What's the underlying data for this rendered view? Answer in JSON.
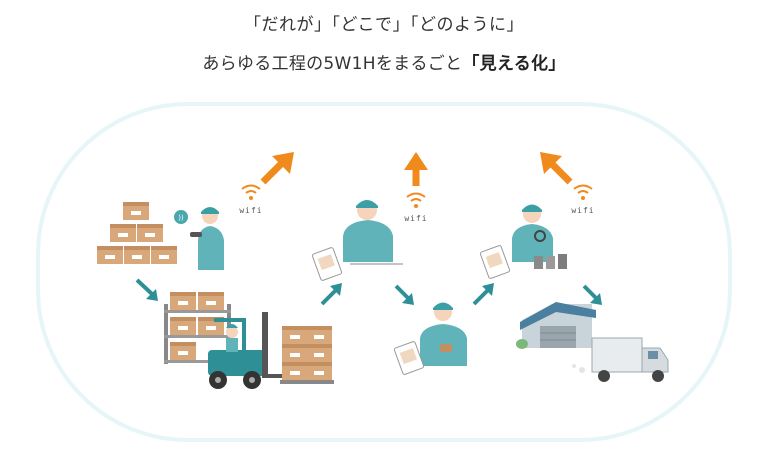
{
  "headline": {
    "line1": "「だれが」「どこで」「どのように」",
    "line2_prefix": "あらゆる工程の5W1Hをまるごと",
    "line2_highlight": "「見える化」"
  },
  "wifi_label": "wifi",
  "colors": {
    "teal": "#5fb3b9",
    "teal_dark": "#2f8f97",
    "arrow_orange": "#f08a1c",
    "box": "#d9a87a",
    "frame": "#e6f5f7"
  },
  "icons": [
    "box-stack",
    "worker-scanner",
    "forklift",
    "worker-tablet",
    "wifi-icon",
    "warehouse",
    "truck"
  ]
}
